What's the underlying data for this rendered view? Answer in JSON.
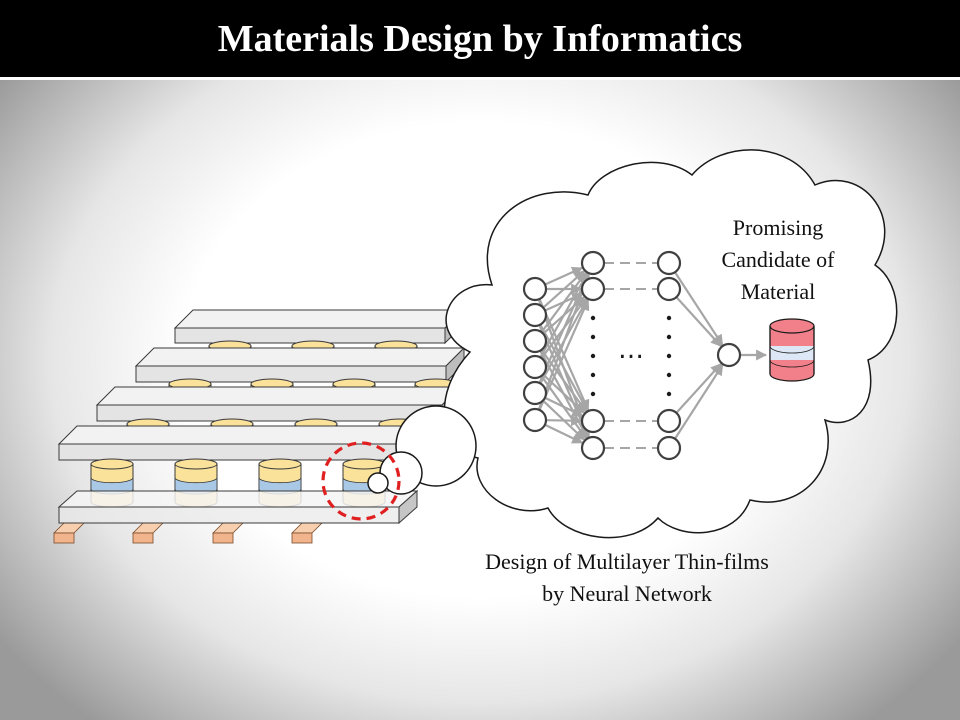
{
  "title": "Materials Design by Informatics",
  "labels": {
    "promising": [
      "Promising",
      "Candidate of",
      "Material"
    ],
    "design": [
      "Design of Multilayer Thin-films",
      "by Neural Network"
    ],
    "ellipsis_middle": "…"
  },
  "colors": {
    "title_bar": "#000000",
    "title_text": "#ffffff",
    "platform": "#e4e4e4",
    "pillar_yellow": "#fbe29a",
    "pillar_blue": "#a9c8e6",
    "bar_orange": "#f2b48d",
    "selection_circle": "#e02020",
    "network_gray": "#a6a6a6",
    "candidate_red": "#f2808a",
    "candidate_band": "#dde7f5"
  },
  "icons": {
    "candidate": "database-cylinder-icon",
    "selection": "dashed-circle-icon"
  }
}
